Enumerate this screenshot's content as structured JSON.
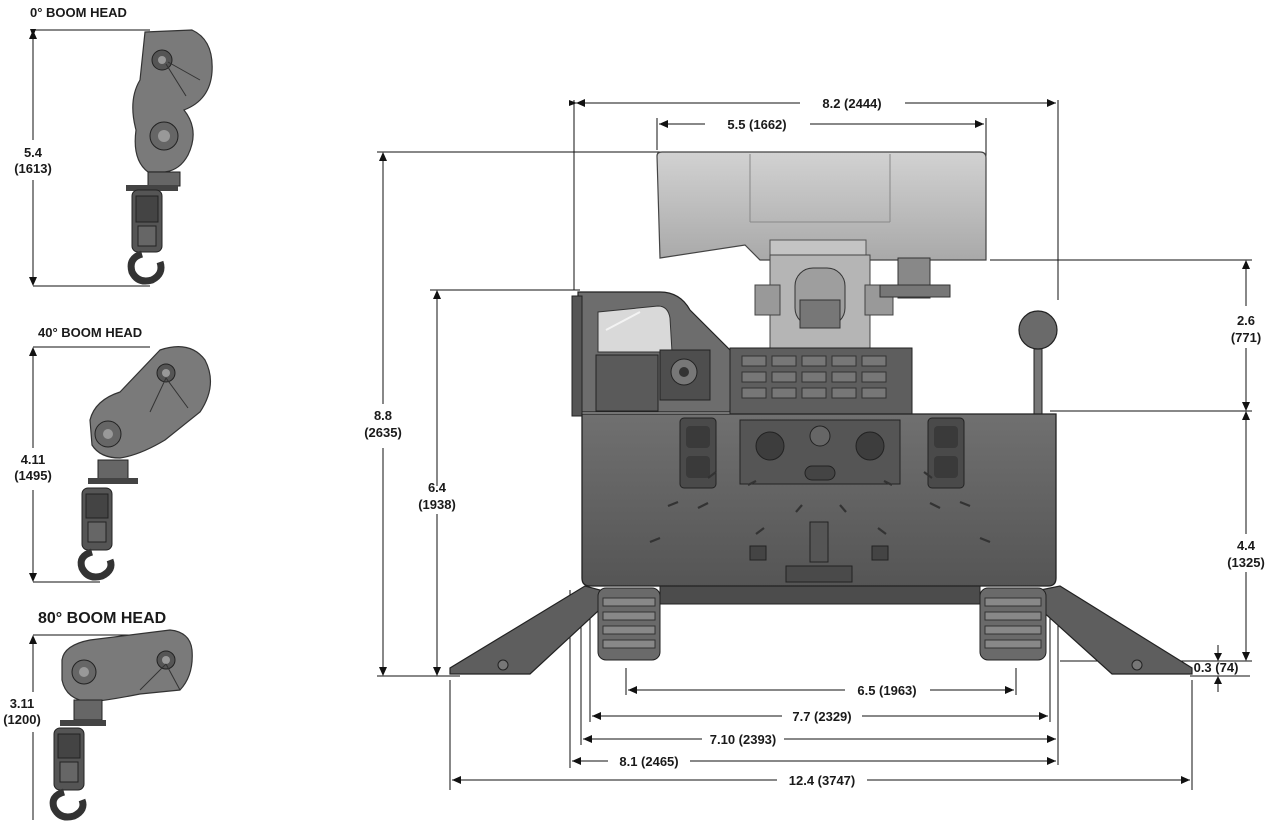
{
  "side_views": [
    {
      "title": "0° BOOM HEAD",
      "dim_imperial": "5.4",
      "dim_metric": "(1613)"
    },
    {
      "title": "40° BOOM HEAD",
      "dim_imperial": "4.11",
      "dim_metric": "(1495)"
    },
    {
      "title": "80° BOOM HEAD",
      "dim_imperial": "3.11",
      "dim_metric": "(1200)"
    }
  ],
  "main_view": {
    "dims": {
      "top_width": "8.2 (2444)",
      "counterweight_width": "5.5 (1662)",
      "overall_height_imperial": "8.8",
      "overall_height_metric": "(2635)",
      "cab_height_imperial": "6.4",
      "cab_height_metric": "(1938)",
      "upper_height_imperial": "2.6",
      "upper_height_metric": "(771)",
      "body_height_imperial": "4.4",
      "body_height_metric": "(1325)",
      "ground_clearance": "0.3 (74)",
      "track_inner": "6.5 (1963)",
      "track_outer": "7.7 (2329)",
      "body_width": "7.10 (2393)",
      "machine_width": "8.1 (2465)",
      "outrigger_span": "12.4 (3747)"
    }
  },
  "colors": {
    "body_dark": "#5c5c5c",
    "body_mid": "#7a7a7a",
    "body_light": "#b8b8b8",
    "line": "#111111"
  }
}
